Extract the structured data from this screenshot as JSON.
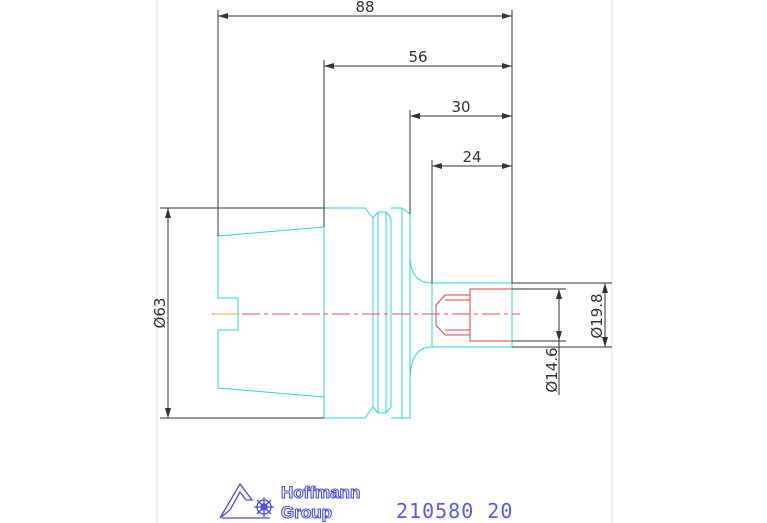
{
  "drawing": {
    "dimensions": {
      "length_88": "88",
      "length_56": "56",
      "length_30": "30",
      "length_24": "24",
      "diameter_63": "Ø63",
      "diameter_19_8": "Ø19.8",
      "diameter_14_6": "Ø14.6"
    },
    "footer": {
      "brand_line1": "Hoffmann",
      "brand_line2": "Group",
      "part_number": "210580 20"
    },
    "colors": {
      "outline": "#2ad4ea",
      "dimension": "#333333",
      "centerline": "#e05050",
      "bore": "#e04040",
      "brand": "#4a4ae8"
    }
  }
}
